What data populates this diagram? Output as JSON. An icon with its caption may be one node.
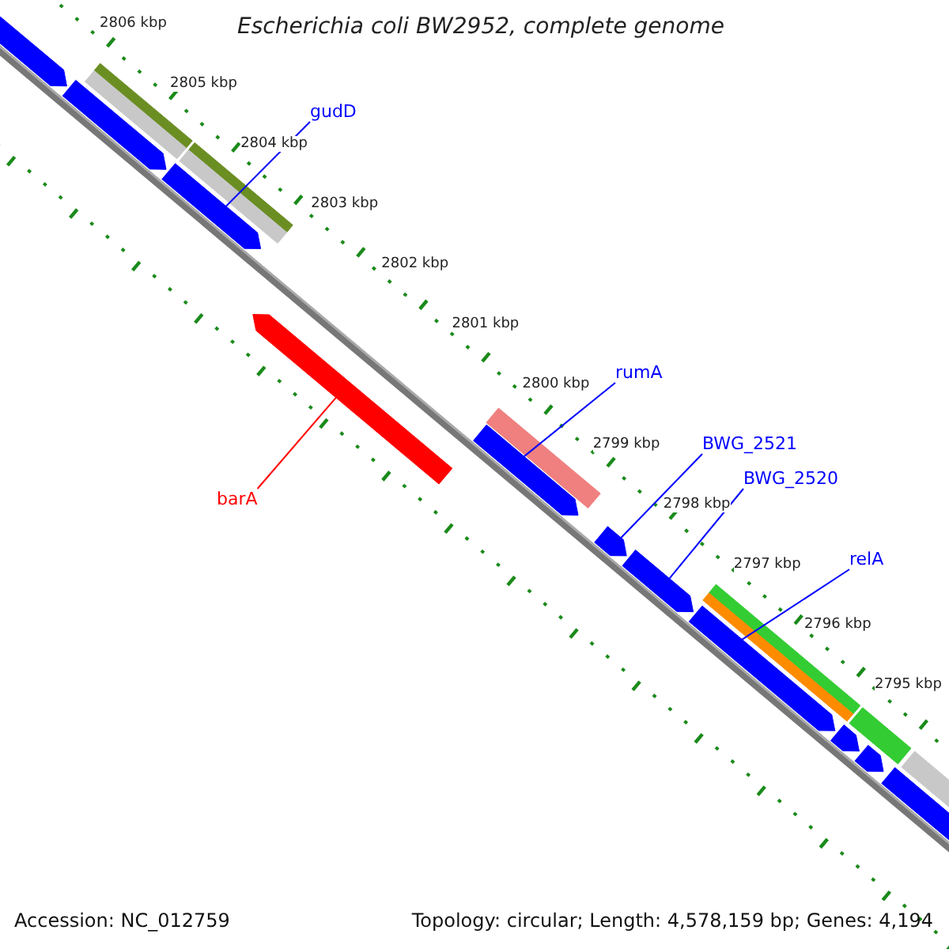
{
  "diagram": {
    "title": "Escherichia coli BW2952, complete genome",
    "nodes": [
      {
        "text": [
          "gudD"
        ]
      },
      {
        "text": [],
        "shape": "bar"
      },
      {
        "text": [
          "rumA"
        ]
      },
      {
        "text": [],
        "shape": "bar"
      },
      {
        "text": [
          "BWG_2521"
        ]
      },
      {
        "text": [],
        "shape": "bar"
      },
      {
        "text": [
          "BWG_2520"
        ]
      },
      {
        "text": [],
        "shape": "bar"
      },
      {
        "text": [
          "relA"
        ]
      },
      {
        "text": [],
        "shape": "bar"
      },
      {
        "text": [
          "barA"
        ]
      },
      {
        "text": [],
        "shape": "bar"
      },
      {
        "text": [],
        "shape": "bar"
      },
      {
        "text": [],
        "shape": "bar"
      },
      {
        "text": [],
        "shape": "bar"
      },
      {
        "text": [],
        "shape": "bar"
      },
      {
        "text": [],
        "shape": "bar"
      },
      {
        "text": [],
        "shape": "bar"
      },
      {
        "text": [],
        "shape": "bar"
      },
      {
        "text": [],
        "shape": "bar"
      },
      {
        "text": [],
        "shape": "bar"
      },
      {
        "text": [],
        "shape": "bar"
      },
      {
        "text": [],
        "shape": "bar"
      },
      {
        "text": [],
        "shape": "bar"
      },
      {
        "text": [],
        "shape": "bar"
      },
      {
        "text": [],
        "shape": "bar"
      }
    ],
    "edges": [
      {
        "from": 0,
        "to": 1,
        "arrow": "none"
      },
      {
        "from": 2,
        "to": 3,
        "arrow": "none"
      },
      {
        "from": 4,
        "to": 5,
        "arrow": "none"
      },
      {
        "from": 6,
        "to": 7,
        "arrow": "none"
      },
      {
        "from": 8,
        "to": 9,
        "arrow": "none"
      },
      {
        "from": 10,
        "to": 11,
        "arrow": "none",
        "color": "#ff0000"
      }
    ],
    "labels": [
      "2806 kbp",
      "2805 kbp",
      "2804 kbp",
      "2803 kbp",
      "2802 kbp",
      "2801 kbp",
      "2800 kbp",
      "2799 kbp",
      "2798 kbp",
      "2797 kbp",
      "2796 kbp",
      "2795 kbp",
      "Accession: NC_012759",
      "Topology: circular; Length: 4,578,159 bp; Genes: 4,194"
    ]
  }
}
